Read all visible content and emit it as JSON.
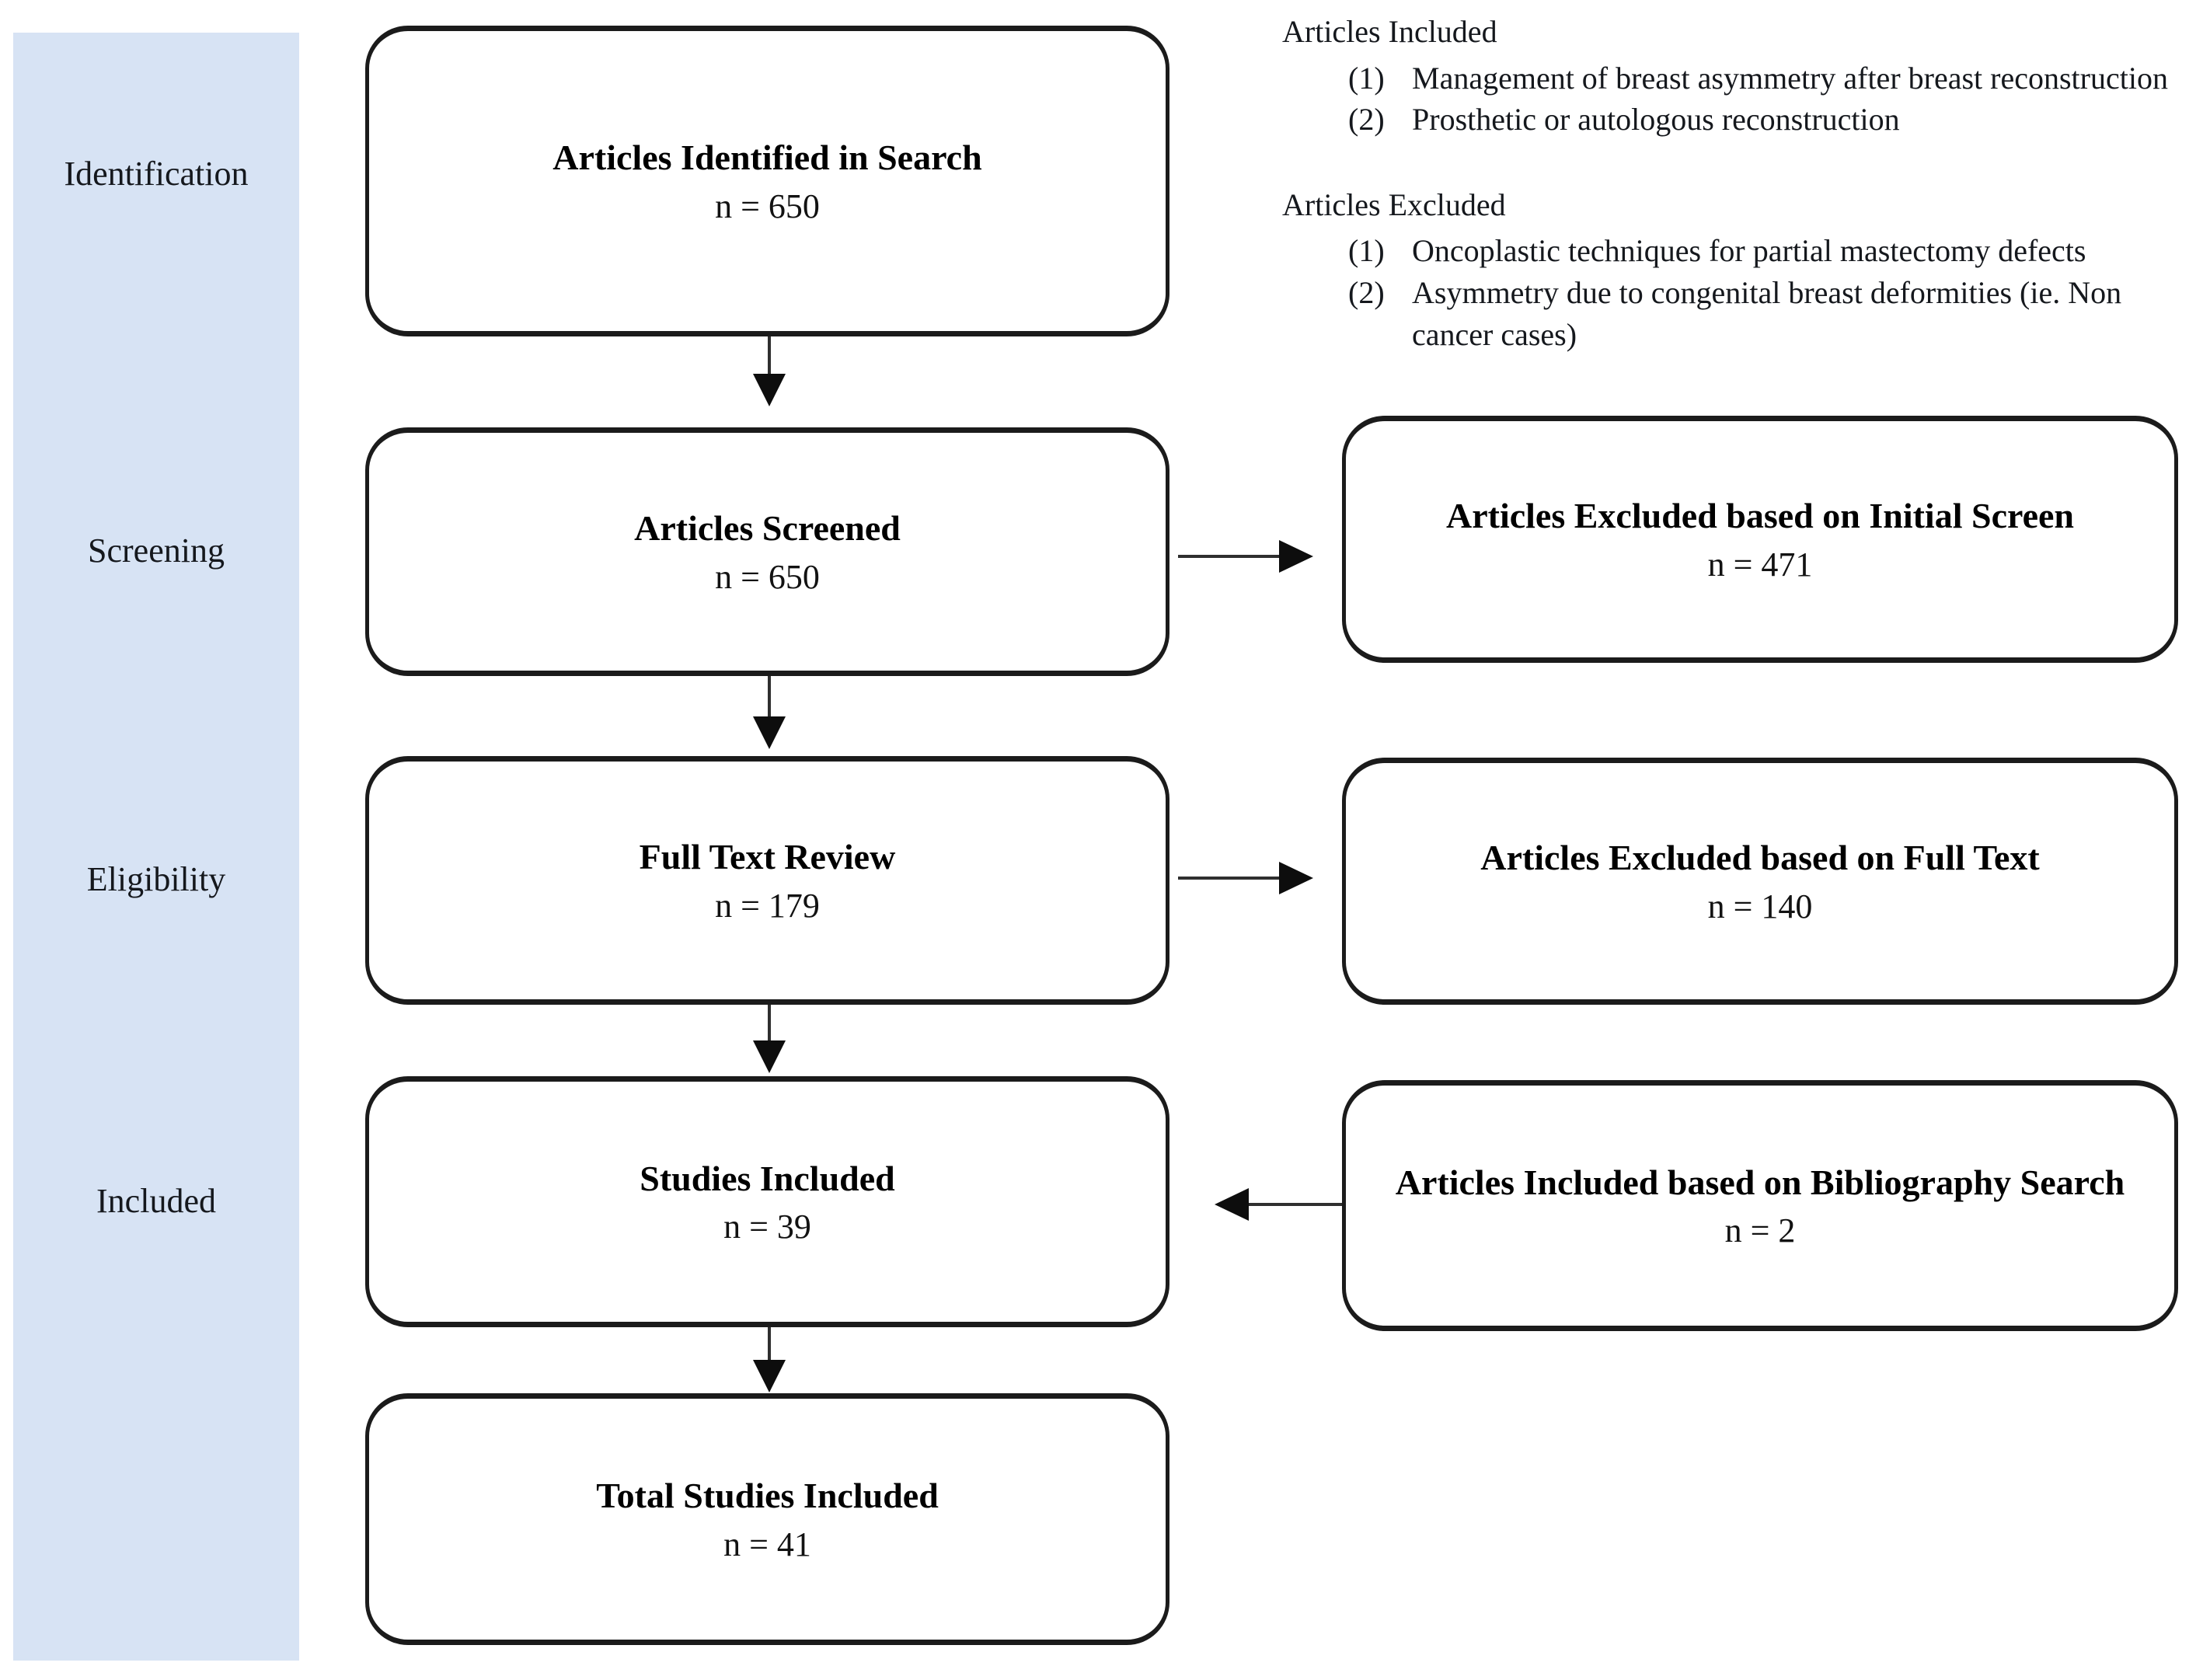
{
  "figure": {
    "stage_labels": [
      "Identification",
      "Screening",
      "Eligibility",
      "Included"
    ],
    "flow_boxes": [
      {
        "title": "Articles Identified in Search",
        "count": "n = 650"
      },
      {
        "title": "Articles Screened",
        "count": "n = 650"
      },
      {
        "title": "Full Text Review",
        "count": "n = 179"
      },
      {
        "title": "Studies Included",
        "count": "n = 39"
      },
      {
        "title": "Total Studies Included",
        "count": "n = 41"
      }
    ],
    "side_boxes": [
      {
        "title": "Articles Excluded based on Initial Screen",
        "count": "n = 471"
      },
      {
        "title": "Articles Excluded based on Full Text",
        "count": "n = 140"
      },
      {
        "title": "Articles Included based on Bibliography Search",
        "count": "n = 2"
      }
    ],
    "annotations": {
      "included": {
        "header": "Articles Included",
        "items": [
          {
            "num": "(1)",
            "text": "Management of breast asymmetry after breast reconstruction"
          },
          {
            "num": "(2)",
            "text": "Prosthetic or autologous reconstruction"
          }
        ]
      },
      "excluded": {
        "header": "Articles Excluded",
        "items": [
          {
            "num": "(1)",
            "text": "Oncoplastic techniques for partial mastectomy defects"
          },
          {
            "num": "(2)",
            "text": "Asymmetry due to congenital breast deformities (ie. Non cancer cases)"
          }
        ]
      }
    },
    "colors": {
      "sidebar_bg": "#d7e3f4",
      "border": "#1b1b1b",
      "text": "#121212",
      "line": "#2f2f2f"
    }
  }
}
